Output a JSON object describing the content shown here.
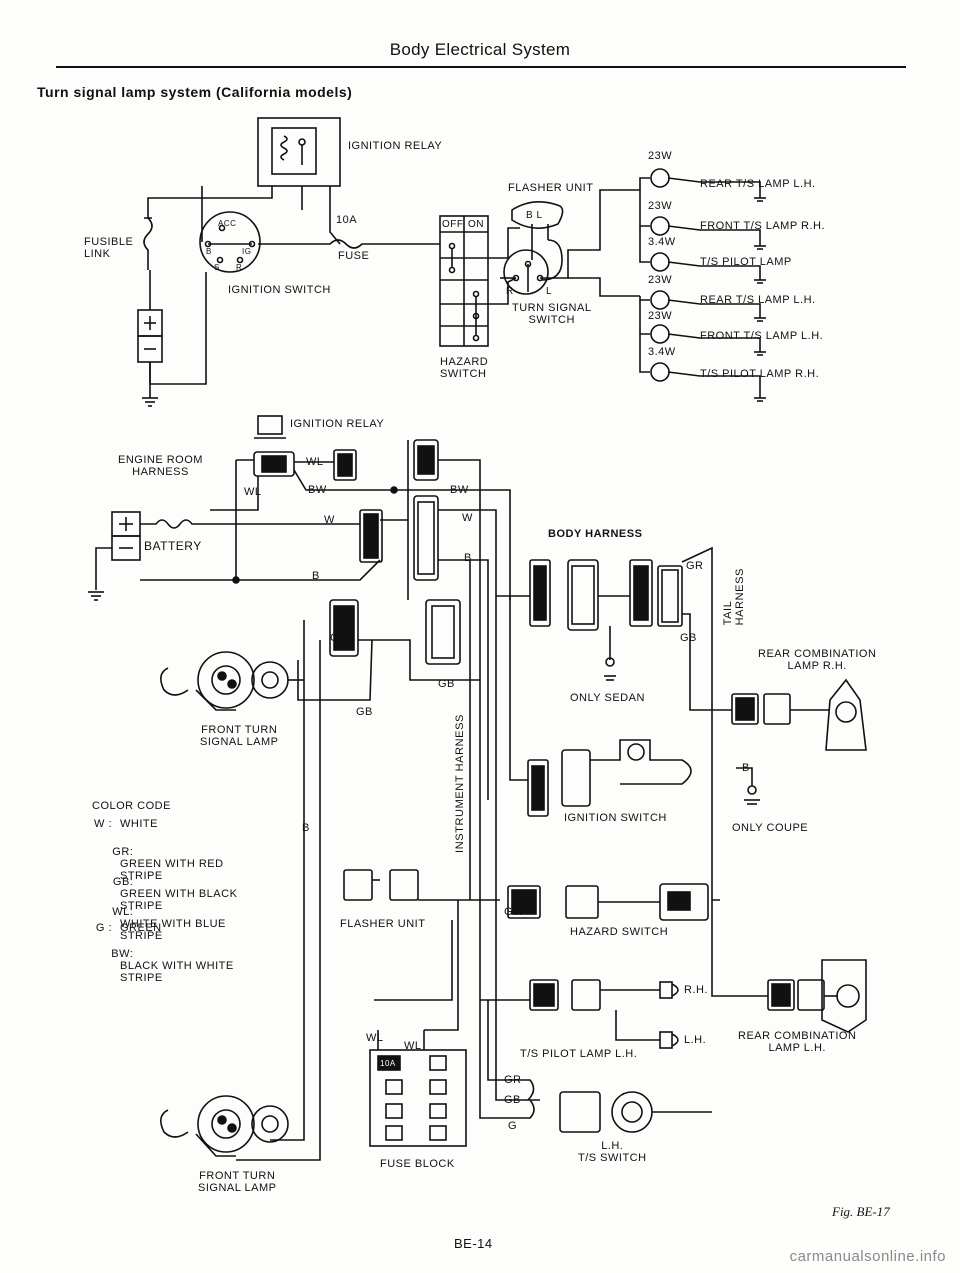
{
  "header": {
    "section_title": "Body Electrical System",
    "diagram_title": "Turn signal lamp system (California models)"
  },
  "upper": {
    "ignition_relay": "IGNITION RELAY",
    "fusible_link": "FUSIBLE\nLINK",
    "fuse_10a": "10A",
    "fuse": "FUSE",
    "ignition_switch": "IGNITION SWITCH",
    "ign_acc": "ACC",
    "ign_b": "B",
    "ign_ig": "IG",
    "ign_s": "S",
    "ign_r": "R",
    "hazard_off": "OFF",
    "hazard_on": "ON",
    "hazard_switch": "HAZARD\nSWITCH",
    "flasher_unit": "FLASHER UNIT",
    "flasher_bl": "B L",
    "ts_r": "R",
    "ts_l": "L",
    "turn_signal_switch": "TURN SIGNAL\nSWITCH",
    "lamps": [
      {
        "watt": "23W",
        "name": "REAR T/S LAMP L.H."
      },
      {
        "watt": "23W",
        "name": "FRONT T/S LAMP R.H."
      },
      {
        "watt": "3.4W",
        "name": "T/S PILOT LAMP"
      },
      {
        "watt": "23W",
        "name": "REAR T/S LAMP L.H."
      },
      {
        "watt": "23W",
        "name": "FRONT T/S LAMP L.H."
      },
      {
        "watt": "3.4W",
        "name": "T/S PILOT LAMP R.H."
      }
    ]
  },
  "lower": {
    "ignition_relay": "IGNITION RELAY",
    "engine_room_harness": "ENGINE ROOM\nHARNESS",
    "battery": "BATTERY",
    "body_harness": "BODY HARNESS",
    "tail_harness": "TAIL\nHARNESS",
    "instrument_harness": "INSTRUMENT HARNESS",
    "rear_combination_rh": "REAR COMBINATION\nLAMP R.H.",
    "rear_combination_lh": "REAR COMBINATION\nLAMP L.H.",
    "only_sedan": "ONLY SEDAN",
    "only_coupe": "ONLY COUPE",
    "ignition_switch": "IGNITION SWITCH",
    "hazard_switch": "HAZARD SWITCH",
    "flasher_unit": "FLASHER UNIT",
    "front_turn_top": "FRONT TURN\nSIGNAL LAMP",
    "front_turn_bottom": "FRONT TURN\nSIGNAL LAMP",
    "ts_pilot_lamp_lh": "T/S PILOT LAMP L.H.",
    "rh": "R.H.",
    "lh": "L.H.",
    "ts_switch": "L.H.\nT/S SWITCH",
    "fuse_block": "FUSE BLOCK",
    "fuse_10a": "10A",
    "wire_wl_1": "WL",
    "wire_wl_2": "WL",
    "wire_wl_3": "WL",
    "wire_wl_4": "WL",
    "wire_bw_1": "BW",
    "wire_bw_2": "BW",
    "wire_w_1": "W",
    "wire_w_2": "W",
    "wire_b_1": "B",
    "wire_b_2": "B",
    "wire_b_3": "B",
    "wire_b_4": "B",
    "wire_gr_1": "GR",
    "wire_gr_2": "GR",
    "wire_gr_3": "GR",
    "wire_gb_1": "GB",
    "wire_gb_2": "GB",
    "wire_gb_3": "GB",
    "wire_gb_4": "GB",
    "wire_g_1": "G",
    "wire_g_2": "G",
    "wire_gw": "GW"
  },
  "color_code": {
    "title": "COLOR CODE",
    "entries": [
      {
        "code": "W :",
        "meaning": "WHITE"
      },
      {
        "code": "GR:",
        "meaning": "GREEN WITH RED\nSTRIPE"
      },
      {
        "code": "GB:",
        "meaning": "GREEN WITH BLACK\nSTRIPE"
      },
      {
        "code": "WL:",
        "meaning": "WHITE WITH BLUE\nSTRIPE"
      },
      {
        "code": "G :",
        "meaning": "GREEN"
      },
      {
        "code": "BW:",
        "meaning": "BLACK WITH WHITE\nSTRIPE"
      }
    ]
  },
  "footer": {
    "figure": "Fig. BE-17",
    "page": "BE-14",
    "watermark": "carmanualsonline.info"
  }
}
